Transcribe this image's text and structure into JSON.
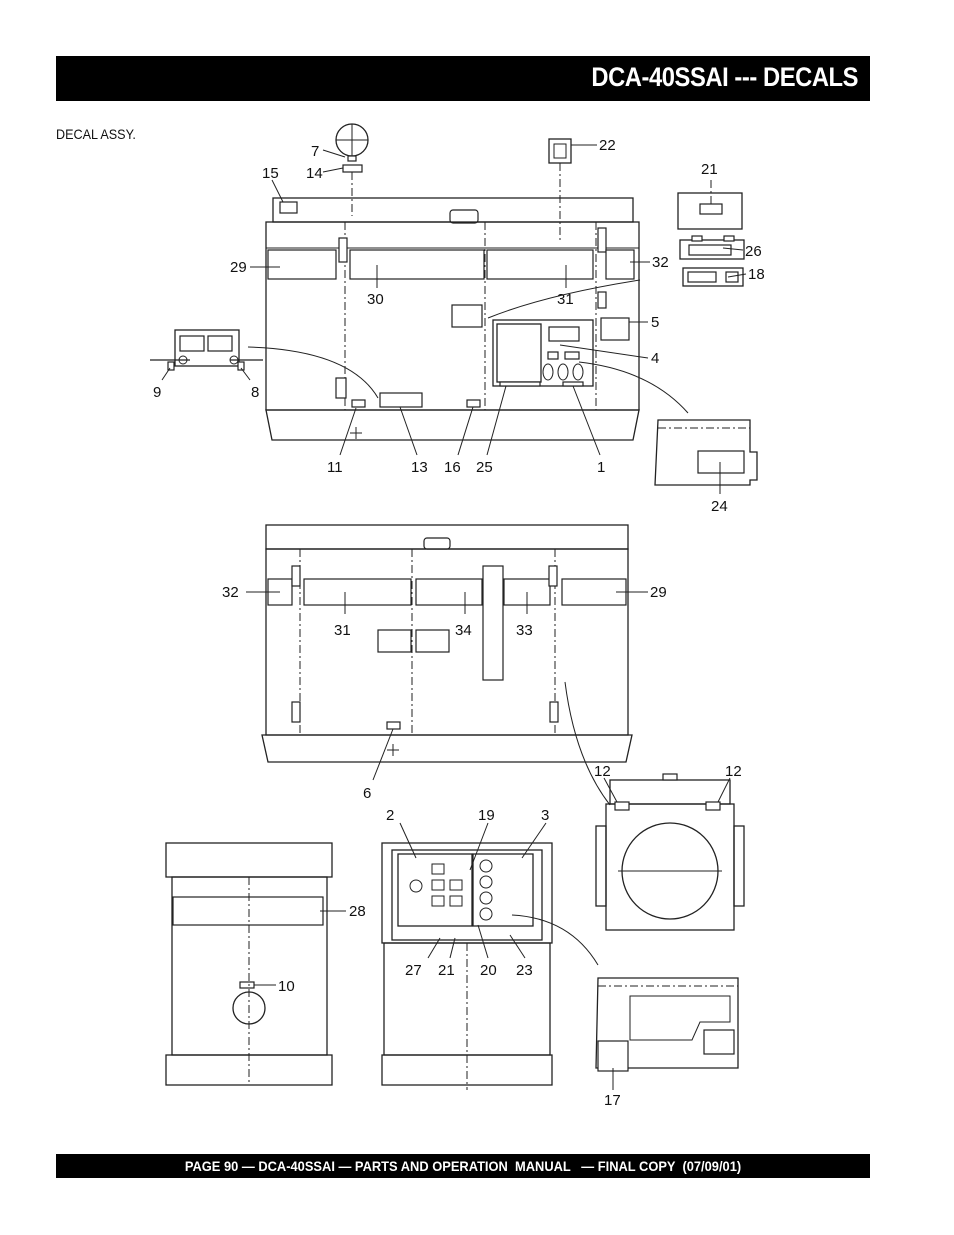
{
  "header": {
    "title": "DCA-40SSAI --- DECALS"
  },
  "section": {
    "label": "DECAL ASSY."
  },
  "footer": {
    "text": "PAGE 90 — DCA-40SSAI — PARTS AND OPERATION  MANUAL   — FINAL COPY  (07/09/01)"
  },
  "callouts": {
    "c1": "1",
    "c2": "2",
    "c3": "3",
    "c4": "4",
    "c5": "5",
    "c6": "6",
    "c7": "7",
    "c8": "8",
    "c9": "9",
    "c10": "10",
    "c11": "11",
    "c12a": "12",
    "c12b": "12",
    "c13": "13",
    "c14": "14",
    "c15": "15",
    "c16": "16",
    "c17": "17",
    "c18": "18",
    "c19": "19",
    "c20": "20",
    "c21a": "21",
    "c21b": "21",
    "c22": "22",
    "c23": "23",
    "c24": "24",
    "c25": "25",
    "c26": "26",
    "c27": "27",
    "c28": "28",
    "c29a": "29",
    "c29b": "29",
    "c30": "30",
    "c31a": "31",
    "c31b": "31",
    "c32a": "32",
    "c32b": "32",
    "c33": "33",
    "c34": "34"
  }
}
